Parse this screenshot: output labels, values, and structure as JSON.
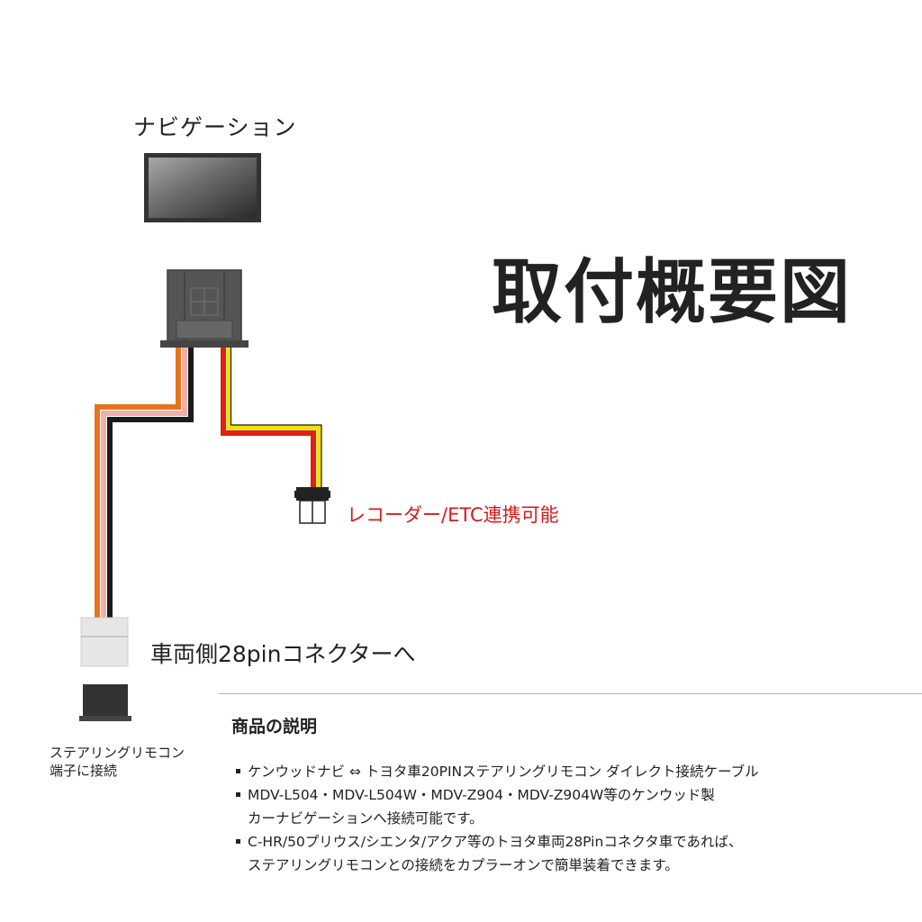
{
  "labels": {
    "navigation": "ナビゲーション",
    "title": "取付概要図",
    "recorder": "レコーダー/ETC連携可能",
    "connector_28pin": "車両側28pinコネクターへ",
    "steering_line1": "ステアリングリモコン",
    "steering_line2": "端子に接続"
  },
  "description": {
    "heading": "商品の説明",
    "items": [
      "ケンウッドナビ ⇔ トヨタ車20PINステアリングリモコン ダイレクト接続ケーブル",
      "MDV-L504・MDV-L504W・MDV-Z904・MDV-Z904W等のケンウッド製\nカーナビゲーションへ接続可能です。",
      "C-HR/50プリウス/シエンタ/アクア等のトヨタ車両28Pinコネクタ車であれば、\nステアリングリモコンとの接続をカプラーオンで簡単装着できます。"
    ]
  },
  "colors": {
    "wire_orange": "#e8731a",
    "wire_pink": "#f0b0a8",
    "wire_black": "#1a1a1a",
    "wire_yellow": "#f5e000",
    "wire_red": "#e02010",
    "connector_gray": "#555555",
    "accent_red": "#d7191c"
  }
}
